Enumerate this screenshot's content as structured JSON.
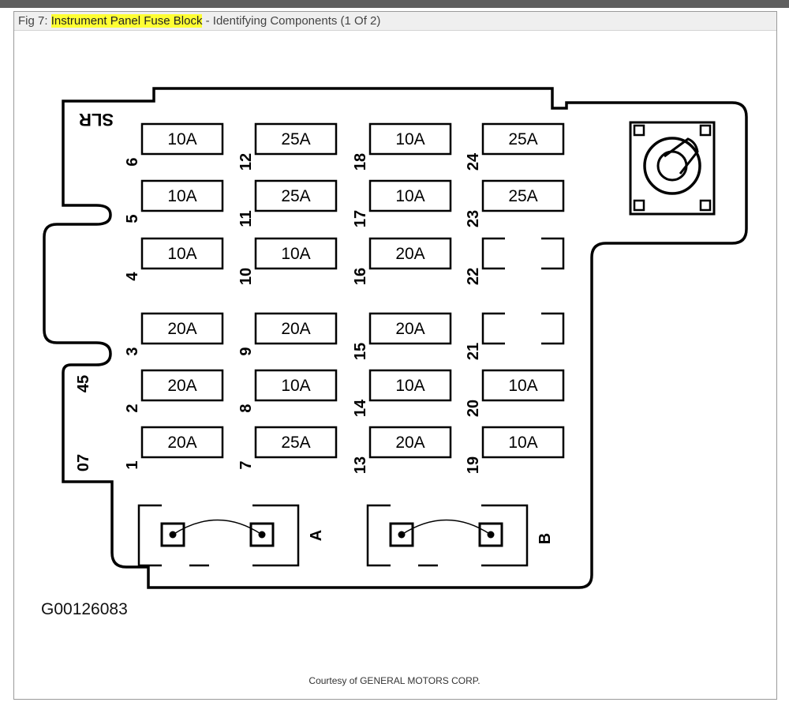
{
  "caption": {
    "fig_label": "Fig 7:",
    "highlight": "Instrument Panel Fuse Block",
    "rest": " - Identifying Components (1 Of 2)"
  },
  "diagram": {
    "corner_text": "SLR",
    "part_number": "G00126083",
    "side_labels": [
      "45",
      "07"
    ],
    "relay_labels": [
      "A",
      "B"
    ],
    "fuses": [
      {
        "num": "1",
        "rating": "20A"
      },
      {
        "num": "2",
        "rating": "20A"
      },
      {
        "num": "3",
        "rating": "20A"
      },
      {
        "num": "4",
        "rating": "10A"
      },
      {
        "num": "5",
        "rating": "10A"
      },
      {
        "num": "6",
        "rating": "10A"
      },
      {
        "num": "7",
        "rating": "25A"
      },
      {
        "num": "8",
        "rating": "10A"
      },
      {
        "num": "9",
        "rating": "20A"
      },
      {
        "num": "10",
        "rating": "10A"
      },
      {
        "num": "11",
        "rating": "25A"
      },
      {
        "num": "12",
        "rating": "25A"
      },
      {
        "num": "13",
        "rating": "20A"
      },
      {
        "num": "14",
        "rating": "10A"
      },
      {
        "num": "15",
        "rating": "20A"
      },
      {
        "num": "16",
        "rating": "20A"
      },
      {
        "num": "17",
        "rating": "10A"
      },
      {
        "num": "18",
        "rating": "10A"
      },
      {
        "num": "19",
        "rating": "10A"
      },
      {
        "num": "20",
        "rating": "10A"
      },
      {
        "num": "21",
        "rating": ""
      },
      {
        "num": "22",
        "rating": ""
      },
      {
        "num": "23",
        "rating": "25A"
      },
      {
        "num": "24",
        "rating": "25A"
      }
    ]
  },
  "footer": {
    "courtesy": "Courtesy of GENERAL MOTORS CORP."
  },
  "colors": {
    "highlight": "#ffff33",
    "line": "#000000"
  }
}
